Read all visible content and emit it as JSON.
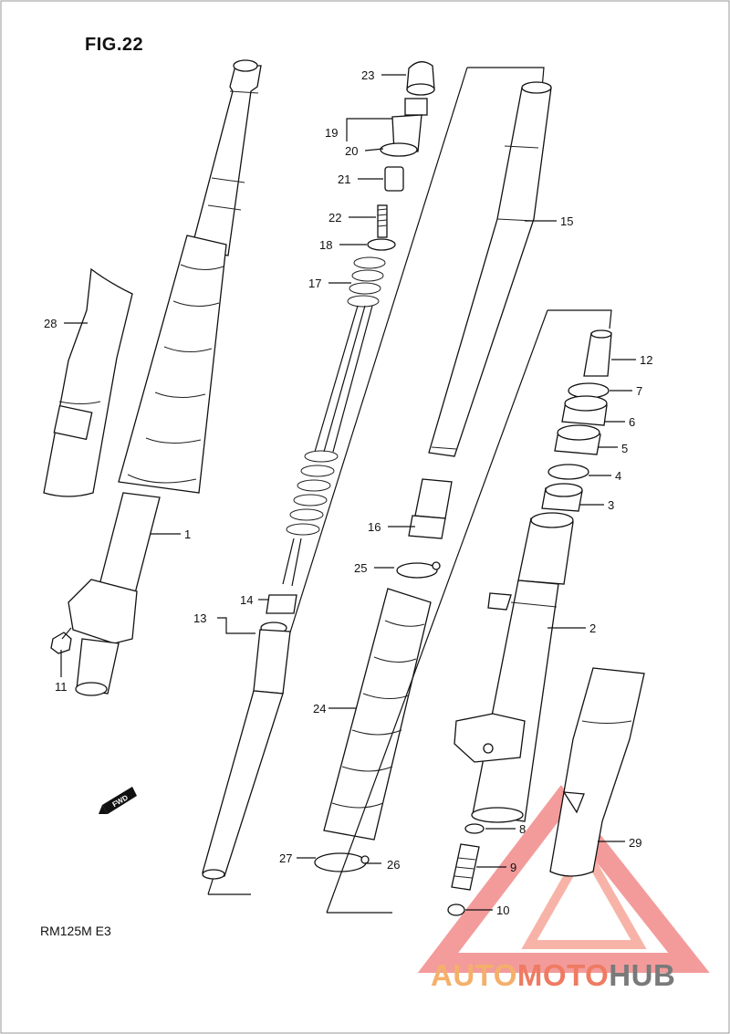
{
  "figure": {
    "title": "FIG.22",
    "model_code": "RM125M  E3",
    "fwd_label": "FWD"
  },
  "callouts": [
    {
      "id": "c1",
      "label": "1"
    },
    {
      "id": "c2",
      "label": "2"
    },
    {
      "id": "c3",
      "label": "3"
    },
    {
      "id": "c4",
      "label": "4"
    },
    {
      "id": "c5",
      "label": "5"
    },
    {
      "id": "c6",
      "label": "6"
    },
    {
      "id": "c7",
      "label": "7"
    },
    {
      "id": "c8",
      "label": "8"
    },
    {
      "id": "c9",
      "label": "9"
    },
    {
      "id": "c10",
      "label": "10"
    },
    {
      "id": "c11",
      "label": "11"
    },
    {
      "id": "c12",
      "label": "12"
    },
    {
      "id": "c13",
      "label": "13"
    },
    {
      "id": "c14",
      "label": "14"
    },
    {
      "id": "c15",
      "label": "15"
    },
    {
      "id": "c16",
      "label": "16"
    },
    {
      "id": "c17",
      "label": "17"
    },
    {
      "id": "c18",
      "label": "18"
    },
    {
      "id": "c19",
      "label": "19"
    },
    {
      "id": "c20",
      "label": "20"
    },
    {
      "id": "c21",
      "label": "21"
    },
    {
      "id": "c22",
      "label": "22"
    },
    {
      "id": "c23",
      "label": "23"
    },
    {
      "id": "c24",
      "label": "24"
    },
    {
      "id": "c25",
      "label": "25"
    },
    {
      "id": "c26",
      "label": "26"
    },
    {
      "id": "c27",
      "label": "27"
    },
    {
      "id": "c28",
      "label": "28"
    },
    {
      "id": "c29",
      "label": "29"
    }
  ],
  "watermark": {
    "part_a": "AUTO",
    "part_b": "MOTO",
    "part_c": "HUB",
    "color_a": "#f4b06a",
    "color_b": "#ee7b62",
    "color_c": "#7a7a7a"
  }
}
